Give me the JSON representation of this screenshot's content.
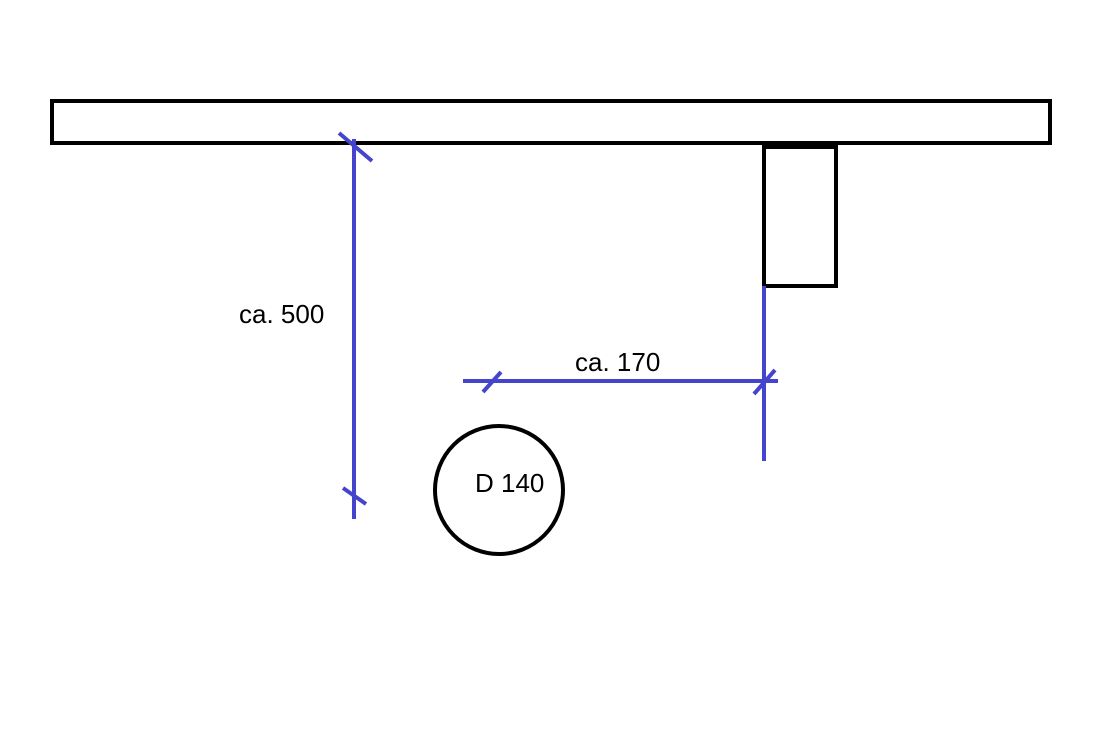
{
  "colors": {
    "outline": "#000000",
    "dimension": "#4444cc",
    "background": "#ffffff"
  },
  "labels": {
    "vertical_dimension": "ca. 500",
    "horizontal_dimension": "ca. 170",
    "pipe_diameter": "D 140"
  }
}
